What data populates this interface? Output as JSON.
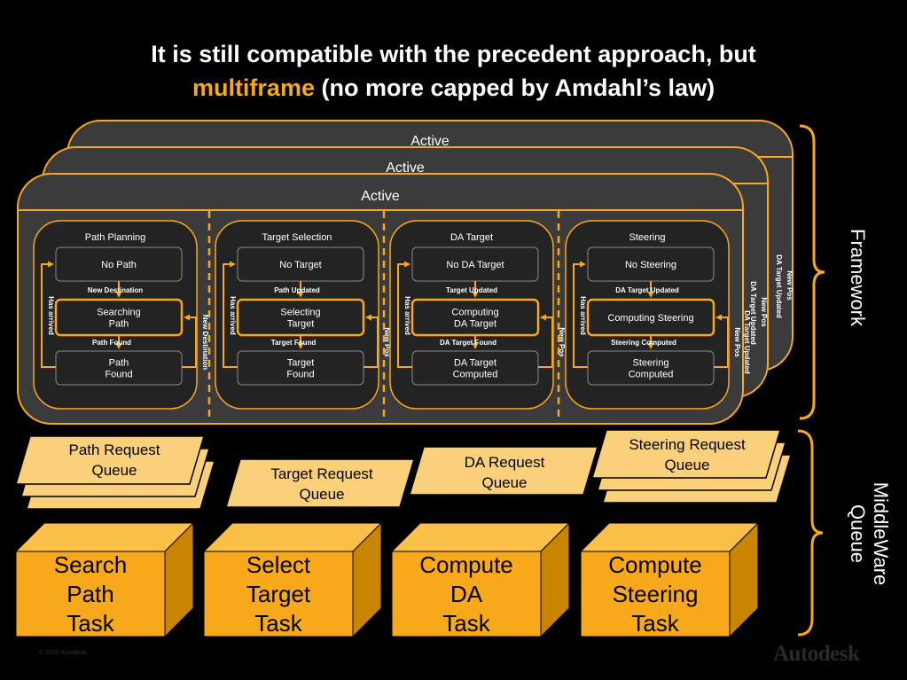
{
  "title": {
    "line1": "It is still compatible with the precedent approach, but",
    "highlight": "multiframe",
    "line2_rest": " (no more capped by Amdahl’s law)"
  },
  "colors": {
    "accent": "#f7a81b",
    "panel": "#3b3b3b",
    "state": "#232323",
    "queue": "#fbd07a",
    "task_front": "#f7a81b",
    "task_top": "#fbc04a",
    "task_side": "#c98400"
  },
  "frames": {
    "label": "Active",
    "modules": [
      {
        "title": "Path Planning",
        "states": [
          "No Path",
          "Searching\nPath",
          "Path\nFound"
        ],
        "transitions": [
          "New Destination",
          "Path Found"
        ],
        "left_arrow": "Has arrived",
        "right_labels": [
          "New Destination"
        ]
      },
      {
        "title": "Target Selection",
        "states": [
          "No Target",
          "Selecting\nTarget",
          "Target\nFound"
        ],
        "transitions": [
          "Path Updated",
          "Target Found"
        ],
        "left_arrow": "Has arrived",
        "right_labels": [
          "New Pos",
          "Path Updated"
        ]
      },
      {
        "title": "DA Target",
        "states": [
          "No DA Target",
          "Computing\nDA Target",
          "DA Target\nComputed"
        ],
        "transitions": [
          "Target Updated",
          "DA Target Found"
        ],
        "left_arrow": "Has arrived",
        "right_labels": [
          "New Pos",
          "Target Updated"
        ]
      },
      {
        "title": "Steering",
        "states": [
          "No  Steering",
          "Computing Steering",
          "Steering\nComputed"
        ],
        "transitions": [
          "DA Target Updated",
          "Steering Computed"
        ],
        "left_arrow": "Has arrived",
        "right_labels": [
          "New Pos",
          "DA Target Updated"
        ]
      }
    ]
  },
  "queues": [
    "Path Request\nQueue",
    "Target Request\nQueue",
    "DA Request\nQueue",
    "Steering Request\nQueue"
  ],
  "tasks": [
    "Search\nPath\nTask",
    "Select\nTarget\nTask",
    "Compute\nDA\nTask",
    "Compute\nSteering\nTask"
  ],
  "side_labels": {
    "framework": "Framework",
    "middleware_line1": "MiddleWare",
    "middleware_line2": "Queue"
  },
  "footer": "© 2015 Autodesk",
  "logo": "Autodesk"
}
